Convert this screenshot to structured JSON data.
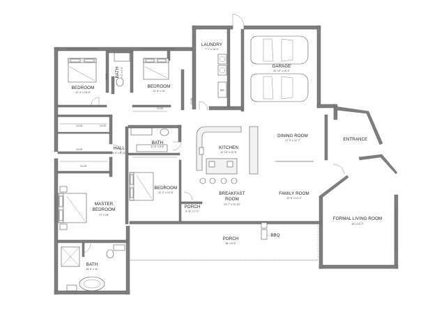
{
  "rooms": {
    "bedroom_nw": {
      "name": "BEDROOM",
      "size": "12' 4\" x 16' 9\""
    },
    "bath_small": {
      "name": "BATH",
      "size": "9' 0\" x 9' 0\""
    },
    "bedroom_n": {
      "name": "BEDROOM",
      "size": "12' 8\" x 14'"
    },
    "laundry": {
      "name": "LAUNDRY",
      "size": "7' 1\" x 16' 2\""
    },
    "garage": {
      "name": "GARAGE",
      "size": "20' 10\" x 19' 4\""
    },
    "bath_mid": {
      "name": "BATH",
      "size": "11' 6\" x 5' 8\""
    },
    "hall": {
      "name": "HALL",
      "size": "4' 0\" x 8' 11\""
    },
    "kitchen": {
      "name": "KITCHEN",
      "size": "14' 10\" x 10' 8\""
    },
    "dining": {
      "name": "DINING ROOM",
      "size": "17' 3\" x 12' 7\""
    },
    "entrance": {
      "name": "ENTRANCE"
    },
    "bedroom_mid": {
      "name": "BEDROOM",
      "size": "12' 2\" x 13' 8\""
    },
    "breakfast": {
      "name": "BREAKFAST ROOM",
      "size": "13' 7\" x 10' 10\""
    },
    "family": {
      "name": "FAMILY ROOM",
      "size": "14' 8\" x 13' 2\""
    },
    "master": {
      "name": "MASTER BEDROOM",
      "size": "17' x 18'"
    },
    "porch_small": {
      "name": "PORCH",
      "size": "9' 11\" x 7' 2\""
    },
    "formal": {
      "name": "FORMAL LIVING ROOM",
      "size": "18' x 15' 3\""
    },
    "porch_main": {
      "name": "PORCH",
      "size": "46' x 9' 6\""
    },
    "bath_master": {
      "name": "BATH",
      "size": "16' 6\" x 11'"
    }
  },
  "labels": {
    "bbq": "BBQ",
    "closet": "CLOS.",
    "ref": "REF"
  }
}
